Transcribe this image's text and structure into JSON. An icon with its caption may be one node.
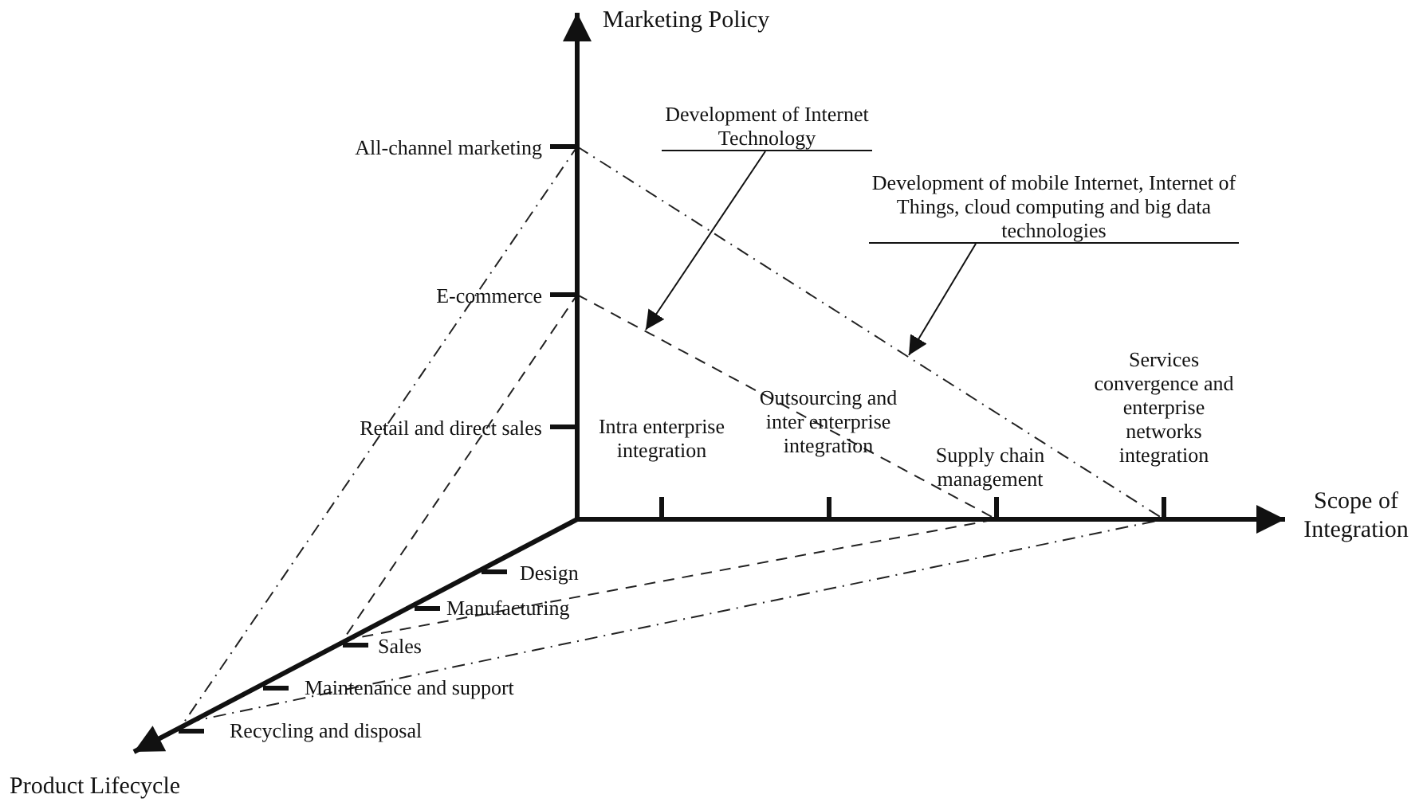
{
  "diagram": {
    "nodes": [
      {
        "text": [
          "Development of Internet Technology"
        ]
      },
      {
        "text": [
          "Development of mobile Internet, Internet of Things, cloud computing and big data technologies"
        ]
      }
    ],
    "edges": [
      {
        "from": 0,
        "to": null,
        "arrow": "to"
      },
      {
        "from": 1,
        "to": null,
        "arrow": "to"
      }
    ],
    "labels": [
      "Marketing Policy",
      "All-channel marketing",
      "E-commerce",
      "Retail and direct sales",
      "Intra enterprise integration",
      "Outsourcing and inter enterprise integration",
      "Supply chain management",
      "Services convergence and enterprise networks integration",
      "Scope of Integration",
      "Design",
      "Manufacturing",
      "Sales",
      "Maintenance and support",
      "Recycling and disposal",
      "Product Lifecycle"
    ]
  }
}
